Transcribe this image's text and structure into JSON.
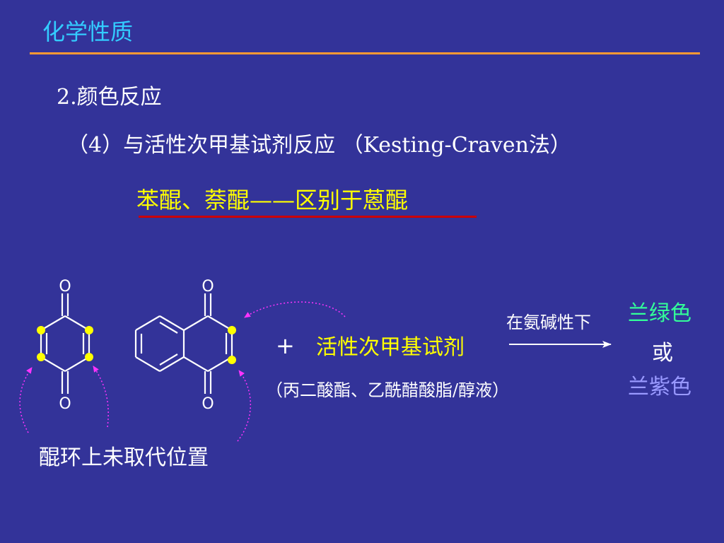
{
  "slide": {
    "title": "化学性质",
    "section": "2.颜色反应",
    "subsection": "（4）与活性次甲基试剂反应 （Kesting-Craven法）",
    "highlight": "苯醌、萘醌——区别于蒽醌"
  },
  "diagram": {
    "benzoquinone": {
      "oxygen_top": "O",
      "oxygen_bottom": "O"
    },
    "naphthoquinone": {
      "oxygen_top": "O",
      "oxygen_bottom": "O"
    },
    "plus": "+",
    "reagent": "活性次甲基试剂",
    "reagent_note": "（丙二酸酯、乙酰醋酸脂/醇液）",
    "condition": "在氨碱性下",
    "result_1": "兰绿色",
    "or_word": "或",
    "result_2": "兰紫色",
    "position_label": "醌环上未取代位置"
  },
  "colors": {
    "background": "#333399",
    "title": "#33ccff",
    "rule": "#ff9933",
    "highlight": "#ffff00",
    "underline": "#cc0000",
    "result_1": "#33ff99",
    "result_2": "#9999ff",
    "site_marker": "#ffff00",
    "pointer_arrow": "#ff33ff"
  }
}
